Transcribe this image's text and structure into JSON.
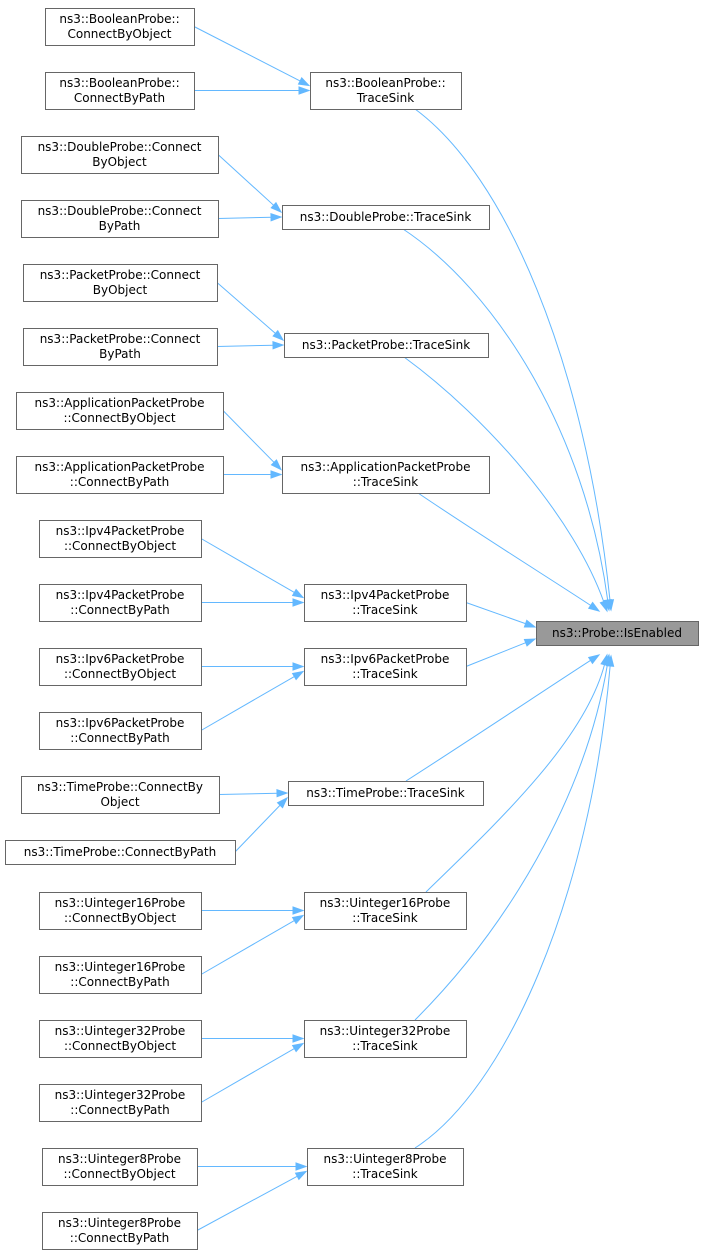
{
  "graph": {
    "colors": {
      "edge": "#63b8ff",
      "node_border": "#666666",
      "root_fill": "#999999",
      "node_fill": "#ffffff"
    },
    "root": {
      "id": "isenabled",
      "lines": [
        "ns3::Probe::IsEnabled"
      ]
    },
    "nodes": [
      {
        "id": "bool_cbo",
        "lines": [
          "ns3::BooleanProbe::",
          "ConnectByObject"
        ]
      },
      {
        "id": "bool_cbp",
        "lines": [
          "ns3::BooleanProbe::",
          "ConnectByPath"
        ]
      },
      {
        "id": "bool_ts",
        "lines": [
          "ns3::BooleanProbe::",
          "TraceSink"
        ]
      },
      {
        "id": "dbl_cbo",
        "lines": [
          "ns3::DoubleProbe::Connect",
          "ByObject"
        ]
      },
      {
        "id": "dbl_cbp",
        "lines": [
          "ns3::DoubleProbe::Connect",
          "ByPath"
        ]
      },
      {
        "id": "dbl_ts",
        "lines": [
          "ns3::DoubleProbe::TraceSink"
        ]
      },
      {
        "id": "pkt_cbo",
        "lines": [
          "ns3::PacketProbe::Connect",
          "ByObject"
        ]
      },
      {
        "id": "pkt_cbp",
        "lines": [
          "ns3::PacketProbe::Connect",
          "ByPath"
        ]
      },
      {
        "id": "pkt_ts",
        "lines": [
          "ns3::PacketProbe::TraceSink"
        ]
      },
      {
        "id": "app_cbo",
        "lines": [
          "ns3::ApplicationPacketProbe",
          "::ConnectByObject"
        ]
      },
      {
        "id": "app_cbp",
        "lines": [
          "ns3::ApplicationPacketProbe",
          "::ConnectByPath"
        ]
      },
      {
        "id": "app_ts",
        "lines": [
          "ns3::ApplicationPacketProbe",
          "::TraceSink"
        ]
      },
      {
        "id": "v4_cbo",
        "lines": [
          "ns3::Ipv4PacketProbe",
          "::ConnectByObject"
        ]
      },
      {
        "id": "v4_cbp",
        "lines": [
          "ns3::Ipv4PacketProbe",
          "::ConnectByPath"
        ]
      },
      {
        "id": "v4_ts",
        "lines": [
          "ns3::Ipv4PacketProbe",
          "::TraceSink"
        ]
      },
      {
        "id": "v6_cbo",
        "lines": [
          "ns3::Ipv6PacketProbe",
          "::ConnectByObject"
        ]
      },
      {
        "id": "v6_cbp",
        "lines": [
          "ns3::Ipv6PacketProbe",
          "::ConnectByPath"
        ]
      },
      {
        "id": "v6_ts",
        "lines": [
          "ns3::Ipv6PacketProbe",
          "::TraceSink"
        ]
      },
      {
        "id": "time_cbo",
        "lines": [
          "ns3::TimeProbe::ConnectBy",
          "Object"
        ]
      },
      {
        "id": "time_cbp",
        "lines": [
          "ns3::TimeProbe::ConnectByPath"
        ]
      },
      {
        "id": "time_ts",
        "lines": [
          "ns3::TimeProbe::TraceSink"
        ]
      },
      {
        "id": "u16_cbo",
        "lines": [
          "ns3::Uinteger16Probe",
          "::ConnectByObject"
        ]
      },
      {
        "id": "u16_cbp",
        "lines": [
          "ns3::Uinteger16Probe",
          "::ConnectByPath"
        ]
      },
      {
        "id": "u16_ts",
        "lines": [
          "ns3::Uinteger16Probe",
          "::TraceSink"
        ]
      },
      {
        "id": "u32_cbo",
        "lines": [
          "ns3::Uinteger32Probe",
          "::ConnectByObject"
        ]
      },
      {
        "id": "u32_cbp",
        "lines": [
          "ns3::Uinteger32Probe",
          "::ConnectByPath"
        ]
      },
      {
        "id": "u32_ts",
        "lines": [
          "ns3::Uinteger32Probe",
          "::TraceSink"
        ]
      },
      {
        "id": "u8_cbo",
        "lines": [
          "ns3::Uinteger8Probe",
          "::ConnectByObject"
        ]
      },
      {
        "id": "u8_cbp",
        "lines": [
          "ns3::Uinteger8Probe",
          "::ConnectByPath"
        ]
      },
      {
        "id": "u8_ts",
        "lines": [
          "ns3::Uinteger8Probe",
          "::TraceSink"
        ]
      }
    ],
    "edges": [
      [
        "bool_cbo",
        "bool_ts"
      ],
      [
        "bool_cbp",
        "bool_ts"
      ],
      [
        "bool_ts",
        "isenabled"
      ],
      [
        "dbl_cbo",
        "dbl_ts"
      ],
      [
        "dbl_cbp",
        "dbl_ts"
      ],
      [
        "dbl_ts",
        "isenabled"
      ],
      [
        "pkt_cbo",
        "pkt_ts"
      ],
      [
        "pkt_cbp",
        "pkt_ts"
      ],
      [
        "pkt_ts",
        "isenabled"
      ],
      [
        "app_cbo",
        "app_ts"
      ],
      [
        "app_cbp",
        "app_ts"
      ],
      [
        "app_ts",
        "isenabled"
      ],
      [
        "v4_cbo",
        "v4_ts"
      ],
      [
        "v4_cbp",
        "v4_ts"
      ],
      [
        "v4_ts",
        "isenabled"
      ],
      [
        "v6_cbo",
        "v6_ts"
      ],
      [
        "v6_cbp",
        "v6_ts"
      ],
      [
        "v6_ts",
        "isenabled"
      ],
      [
        "time_cbo",
        "time_ts"
      ],
      [
        "time_cbp",
        "time_ts"
      ],
      [
        "time_ts",
        "isenabled"
      ],
      [
        "u16_cbo",
        "u16_ts"
      ],
      [
        "u16_cbp",
        "u16_ts"
      ],
      [
        "u16_ts",
        "isenabled"
      ],
      [
        "u32_cbo",
        "u32_ts"
      ],
      [
        "u32_cbp",
        "u32_ts"
      ],
      [
        "u32_ts",
        "isenabled"
      ],
      [
        "u8_cbo",
        "u8_ts"
      ],
      [
        "u8_cbp",
        "u8_ts"
      ],
      [
        "u8_ts",
        "isenabled"
      ]
    ]
  }
}
